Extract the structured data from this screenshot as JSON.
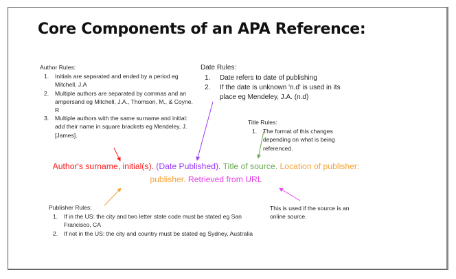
{
  "title": "Core Components of an APA Reference:",
  "author_rules": {
    "heading": "Author Rules:",
    "items": [
      {
        "n": "1.",
        "text": "Initials are separated and ended by a period eg Mitchell, J.A"
      },
      {
        "n": "2.",
        "text": "Multiple authors are separated by commas and an ampersand eg Mitchell, J.A., Thomson, M., & Coyne, R"
      },
      {
        "n": "3.",
        "text": "Multiple authors with the same surname and initial: add their name in square brackets eg Mendeley, J. [James]."
      }
    ]
  },
  "date_rules": {
    "heading": "Date Rules:",
    "items": [
      {
        "n": "1.",
        "text": "Date refers to date of publishing"
      },
      {
        "n": "2.",
        "text": "If the date is unknown 'n.d' is used in its place eg Mendeley, J.A. (n.d)"
      }
    ]
  },
  "title_rules": {
    "heading": "Title Rules:",
    "items": [
      {
        "n": "1.",
        "text": "The format of this changes depending on what is being referenced."
      }
    ]
  },
  "reference": {
    "author": "Author's surname, initial(s).",
    "date": "(Date Published).",
    "title": "Title of source.",
    "location": "Location of publisher: publisher.",
    "url": "Retrieved from URL"
  },
  "publisher_rules": {
    "heading": "Publisher Rules:",
    "items": [
      {
        "n": "1.",
        "text": "If in the US: the city and two letter state code must be stated eg San Francisco, CA"
      },
      {
        "n": "2.",
        "text": "If not in the US: the city and country must be stated eg Sydney, Australia"
      }
    ]
  },
  "url_note": "This is used if the source is an online source.",
  "colors": {
    "author": "#ff1a1a",
    "date": "#9b35f5",
    "title": "#6aa84f",
    "location": "#f5a33a",
    "url": "#e83ee8"
  }
}
